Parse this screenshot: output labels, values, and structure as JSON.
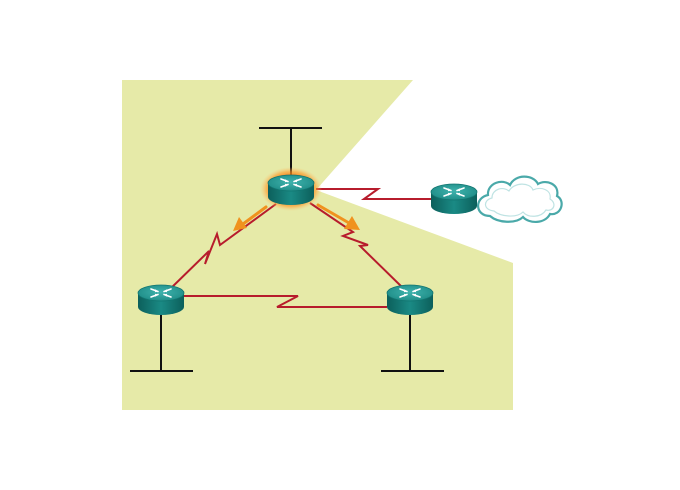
{
  "diagram": {
    "colors": {
      "area": "#e6eaa8",
      "serial_link": "#b71c2c",
      "ethernet": "#111111",
      "update_arrow": "#f0921e",
      "router_top": "#23948f",
      "router_side": "#0f6e6a",
      "cloud_stroke": "#4aa9a9",
      "highlight_glow": "#ff7a00"
    },
    "nodes": [
      {
        "id": "router-top",
        "icon": "router-icon",
        "highlighted": true
      },
      {
        "id": "router-left",
        "icon": "router-icon",
        "highlighted": false
      },
      {
        "id": "router-right",
        "icon": "router-icon",
        "highlighted": false
      },
      {
        "id": "router-isp",
        "icon": "router-icon",
        "highlighted": false
      },
      {
        "id": "internet-cloud",
        "icon": "cloud-icon"
      }
    ],
    "links": [
      {
        "from": "router-top",
        "to": "router-left",
        "type": "serial"
      },
      {
        "from": "router-top",
        "to": "router-right",
        "type": "serial"
      },
      {
        "from": "router-left",
        "to": "router-right",
        "type": "serial"
      },
      {
        "from": "router-top",
        "to": "router-isp",
        "type": "serial"
      }
    ],
    "lans": [
      {
        "router": "router-top",
        "type": "ethernet-segment"
      },
      {
        "router": "router-left",
        "type": "ethernet-segment"
      },
      {
        "router": "router-right",
        "type": "ethernet-segment"
      }
    ],
    "arrows": [
      {
        "from": "router-top",
        "toward": "router-left",
        "icon": "update-arrow"
      },
      {
        "from": "router-top",
        "toward": "router-right",
        "icon": "update-arrow"
      }
    ]
  }
}
